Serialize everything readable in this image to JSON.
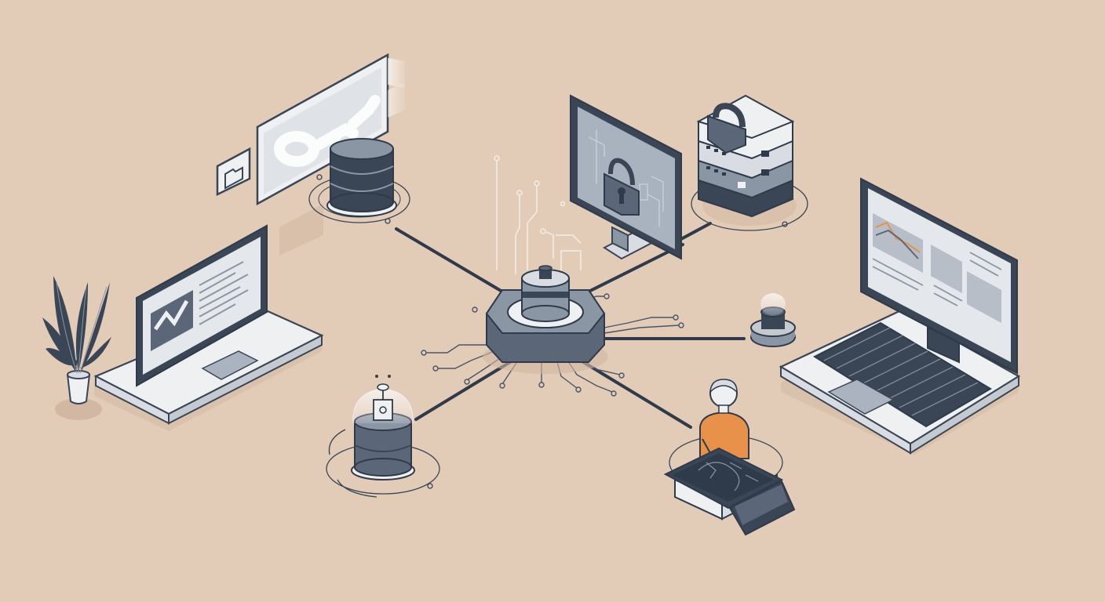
{
  "palette": {
    "background": "#e2cbb7",
    "shadow": "#d2b8a2",
    "dark": "#3a4556",
    "slate": "#5b6678",
    "steel": "#8b96a5",
    "light": "#d9dde3",
    "white": "#eef0f2",
    "accent": "#e8914a"
  },
  "nodes": [
    {
      "id": "central-hub",
      "label": ""
    },
    {
      "id": "cloud-storage-panel",
      "label": ""
    },
    {
      "id": "laptop-left",
      "label": ""
    },
    {
      "id": "security-monitor",
      "label": ""
    },
    {
      "id": "server-rack",
      "label": ""
    },
    {
      "id": "workstation-right",
      "label": ""
    },
    {
      "id": "sensor-node-right",
      "label": ""
    },
    {
      "id": "iot-sensor-node",
      "label": ""
    },
    {
      "id": "user-with-tablet",
      "label": ""
    }
  ],
  "icons": [
    "lock-icon",
    "key-icon",
    "folder-icon",
    "chart-icon",
    "plant-icon",
    "person-icon"
  ]
}
